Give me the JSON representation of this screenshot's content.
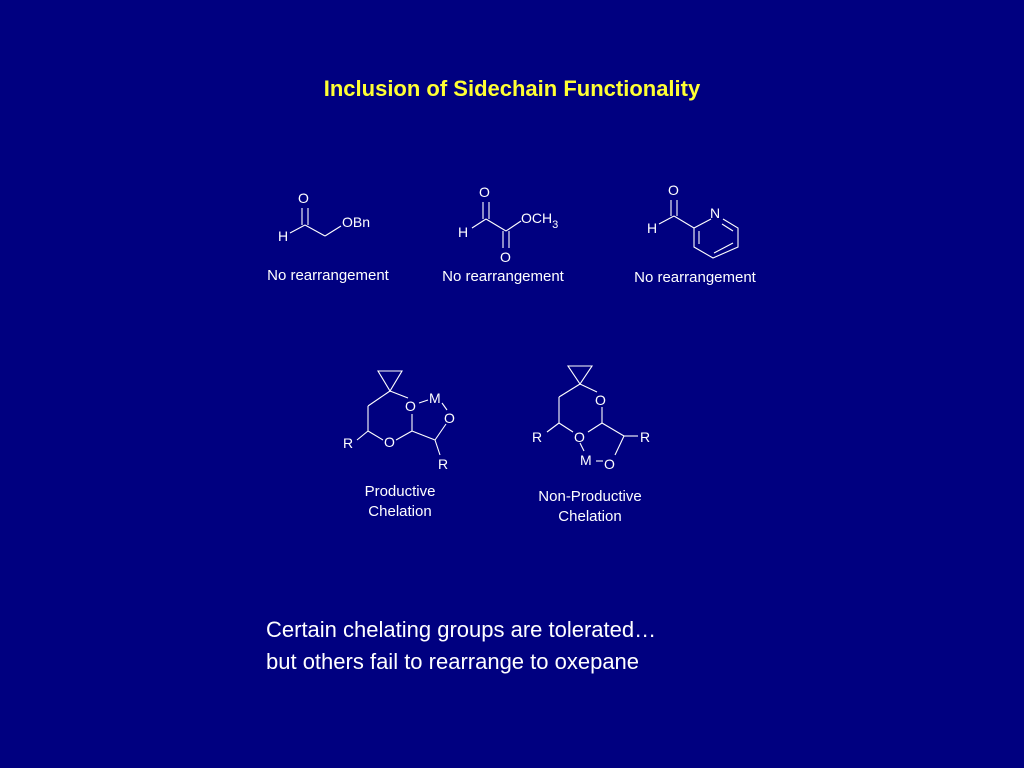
{
  "slide": {
    "title": "Inclusion of Sidechain Functionality",
    "top_row": [
      {
        "atoms": {
          "o": "O",
          "obn": "OBn",
          "h": "H"
        },
        "caption": "No rearrangement"
      },
      {
        "atoms": {
          "o1": "O",
          "och3": "OCH",
          "sub3": "3",
          "h": "H",
          "o2": "O"
        },
        "caption": "No rearrangement"
      },
      {
        "atoms": {
          "o": "O",
          "n": "N",
          "h": "H"
        },
        "caption": "No rearrangement"
      }
    ],
    "chelation": [
      {
        "atoms": {
          "m": "M",
          "o1": "O",
          "o2": "O",
          "o3": "O",
          "r1": "R",
          "r2": "R"
        },
        "caption_line1": "Productive",
        "caption_line2": "Chelation"
      },
      {
        "atoms": {
          "o1": "O",
          "o2": "O",
          "m": "M",
          "o3": "O",
          "r1": "R",
          "r2": "R"
        },
        "caption_line1": "Non-Productive",
        "caption_line2": "Chelation"
      }
    ],
    "conclusion_line1": "Certain chelating groups are tolerated…",
    "conclusion_line2": "but others fail to rearrange to oxepane"
  }
}
